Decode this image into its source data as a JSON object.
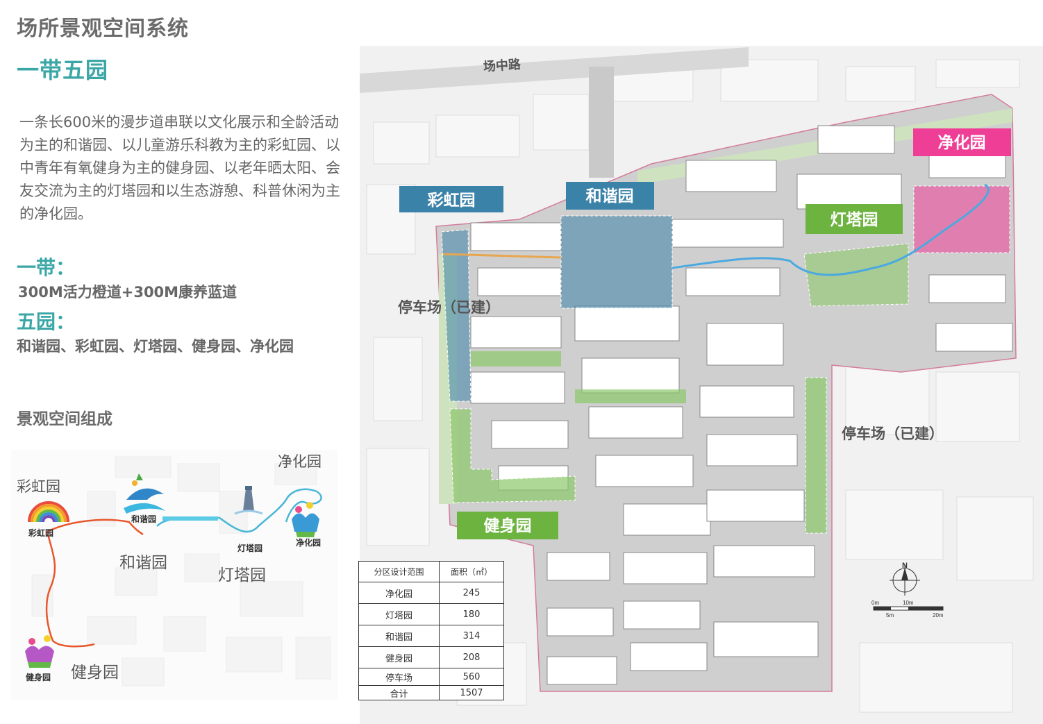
{
  "title": "场所景观空间系统",
  "subtitle": "一带五园",
  "description": "一条长600米的漫步道串联以文化展示和全龄活动为主的和谐园、以儿童游乐科教为主的彩虹园、以中青年有氧健身为主的健身园、以老年晒太阳、会友交流为主的灯塔园和以生态游憩、科普休闲为主的净化园。",
  "belt": {
    "heading": "一带：",
    "text": "300M活力橙道+300M康养蓝道"
  },
  "gardens": {
    "heading": "五园：",
    "text": "和谐园、彩虹园、灯塔园、健身园、净化园"
  },
  "composition": {
    "title": "景观空间组成",
    "labels": {
      "rainbow": "彩虹园",
      "harmony": "和谐园",
      "lighthouse": "灯塔园",
      "purify": "净化园",
      "fitness": "健身园"
    },
    "icon_captions": {
      "rainbow": "彩虹园",
      "harmony": "和谐园",
      "lighthouse": "灯塔园",
      "purify": "净化园",
      "fitness": "健身园"
    }
  },
  "map": {
    "road": "场中路",
    "parking_left": "停车场（已建）",
    "parking_right": "停车场（已建）",
    "zones": {
      "rainbow": {
        "label": "彩虹园",
        "color": "#3b82a8"
      },
      "harmony": {
        "label": "和谐园",
        "color": "#3b82a8"
      },
      "lighthouse": {
        "label": "灯塔园",
        "color": "#6db33f"
      },
      "purify": {
        "label": "净化园",
        "color": "#ee3e96"
      },
      "fitness": {
        "label": "健身园",
        "color": "#6db33f"
      }
    },
    "scale": {
      "north": "N",
      "l0": "0m",
      "l5": "5m",
      "l10": "10m",
      "l20": "20m"
    }
  },
  "table": {
    "headers": [
      "分区设计范围",
      "面积（㎡）"
    ],
    "rows": [
      [
        "净化园",
        "245"
      ],
      [
        "灯塔园",
        "180"
      ],
      [
        "和谐园",
        "314"
      ],
      [
        "健身园",
        "208"
      ],
      [
        "停车场",
        "560"
      ],
      [
        "合计",
        "1507"
      ]
    ]
  }
}
